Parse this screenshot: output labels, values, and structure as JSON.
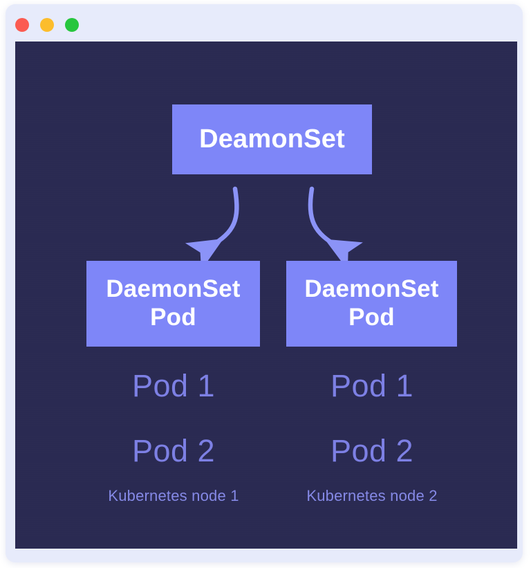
{
  "window": {
    "traffic_lights": [
      {
        "name": "close-button",
        "color": "#fb5b51"
      },
      {
        "name": "minimize-button",
        "color": "#fcbd2c"
      },
      {
        "name": "maximize-button",
        "color": "#27c63e"
      }
    ]
  },
  "diagram": {
    "background_color": "#2a2a52",
    "box_color": "#7e86f8",
    "box_text_color": "#ffffff",
    "label_color": "#7d80e4",
    "caption_color": "#8589e6",
    "arrow_color": "#8b93f7",
    "controller": {
      "label": "DeamonSet"
    },
    "pods": [
      {
        "box_line1": "DaemonSet",
        "box_line2": "Pod",
        "pod_1": "Pod 1",
        "pod_2": "Pod 2",
        "caption": "Kubernetes node 1"
      },
      {
        "box_line1": "DaemonSet",
        "box_line2": "Pod",
        "pod_1": "Pod 1",
        "pod_2": "Pod 2",
        "caption": "Kubernetes node 2"
      }
    ],
    "arrows": [
      {
        "name": "arrow-daemonset-to-node-1",
        "direction": "down-left"
      },
      {
        "name": "arrow-daemonset-to-node-2",
        "direction": "down-right"
      }
    ]
  }
}
